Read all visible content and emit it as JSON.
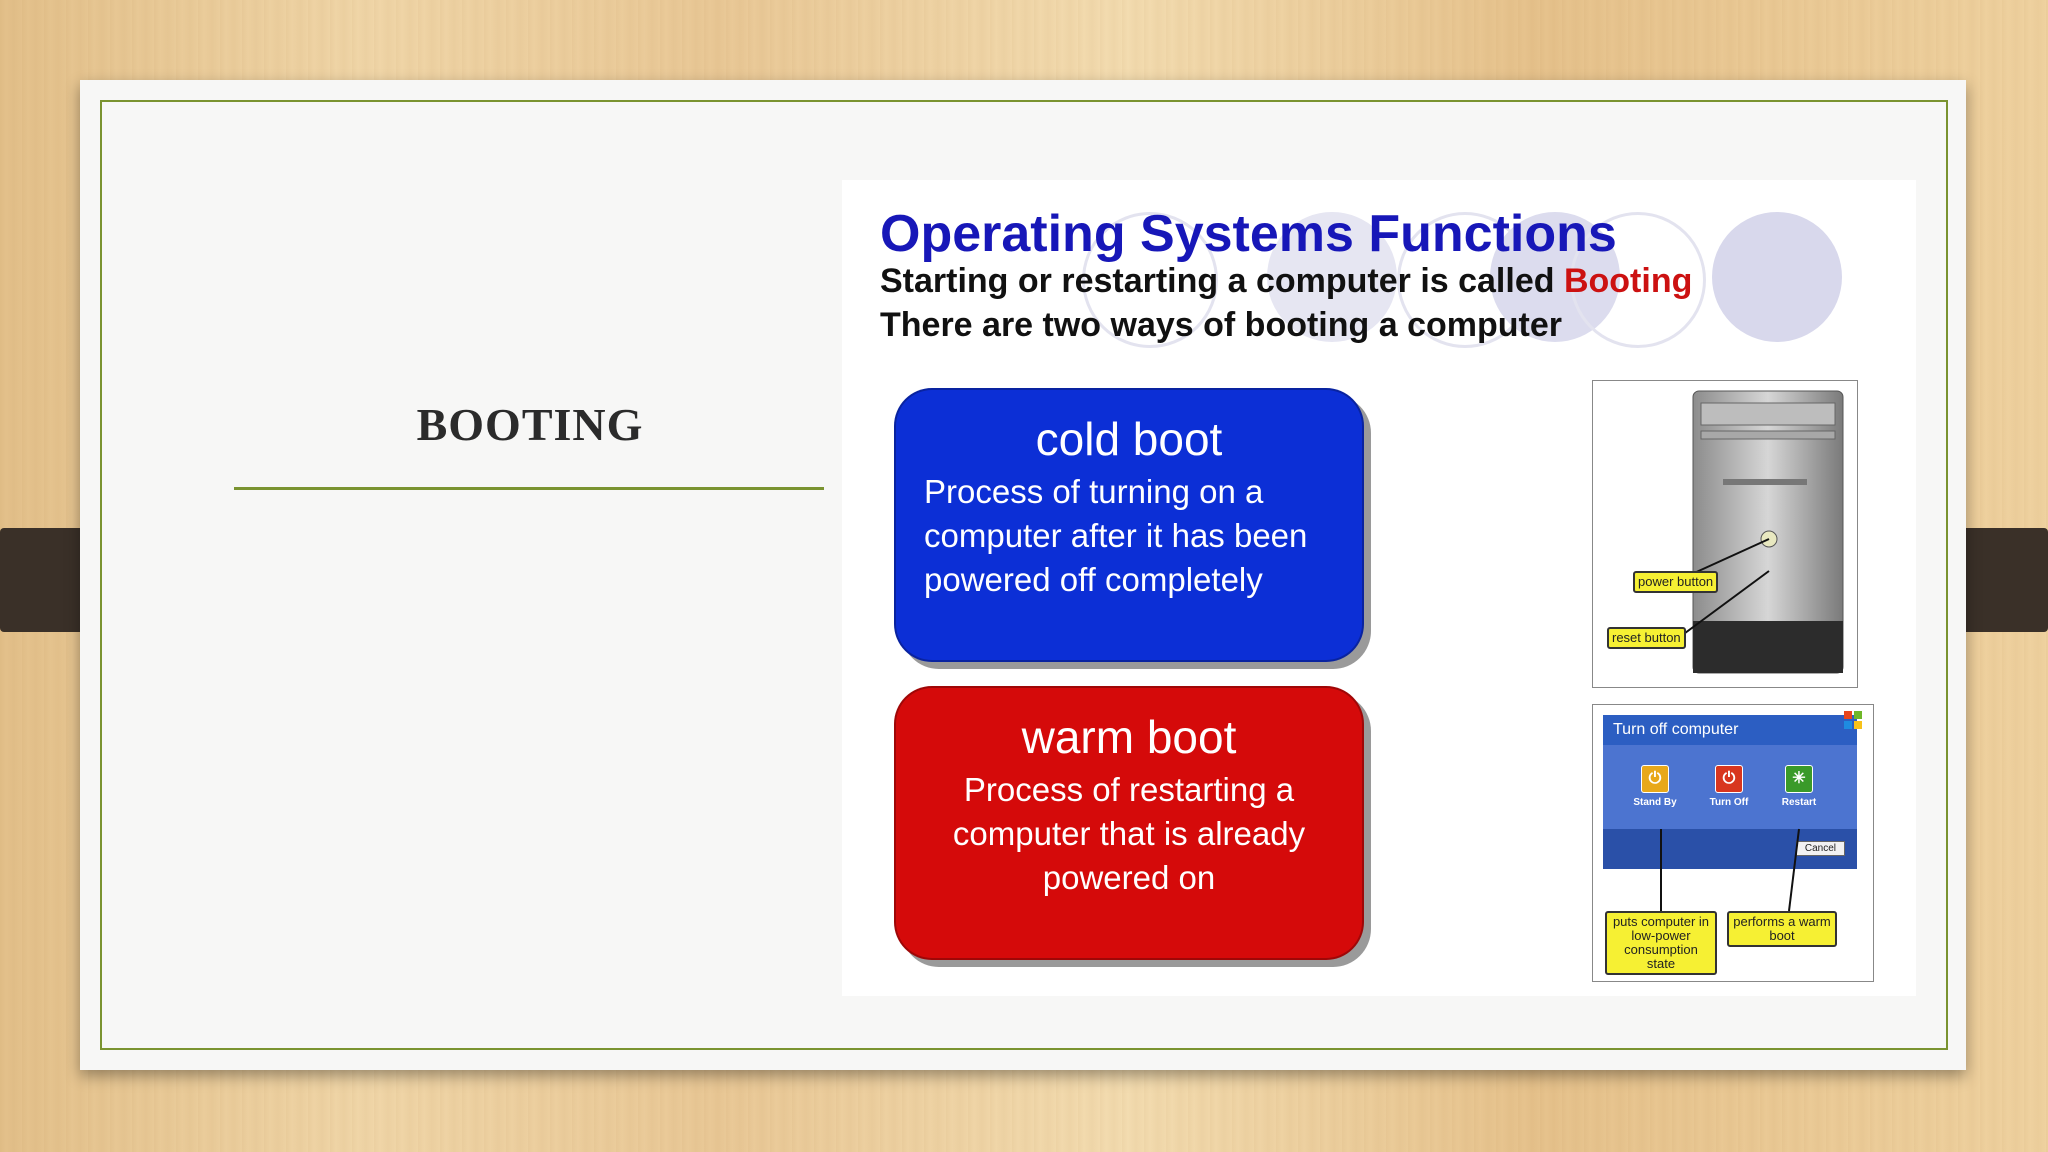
{
  "slide": {
    "heading": "BOOTING"
  },
  "panel": {
    "title": "Operating Systems Functions",
    "line1_prefix": "Starting or restarting a computer is called ",
    "line1_accent": "Booting",
    "line2": "There are two ways of booting a computer",
    "colors": {
      "title": "#1717b8",
      "accent": "#cc1111",
      "cold_box": "#0c2fd6",
      "warm_box": "#d50a0a"
    }
  },
  "cold_boot": {
    "title": "cold boot",
    "description": "Process of turning on a computer after it has been powered off completely"
  },
  "warm_boot": {
    "title": "warm boot",
    "description": "Process of restarting a computer that is already powered on"
  },
  "computer_image": {
    "callouts": [
      "power button",
      "reset button"
    ]
  },
  "xp_dialog": {
    "title": "Turn off computer",
    "buttons": [
      "Stand By",
      "Turn Off",
      "Restart"
    ],
    "cancel": "Cancel",
    "callout_standby": "puts computer in low-power consumption state",
    "callout_restart": "performs a warm boot"
  }
}
